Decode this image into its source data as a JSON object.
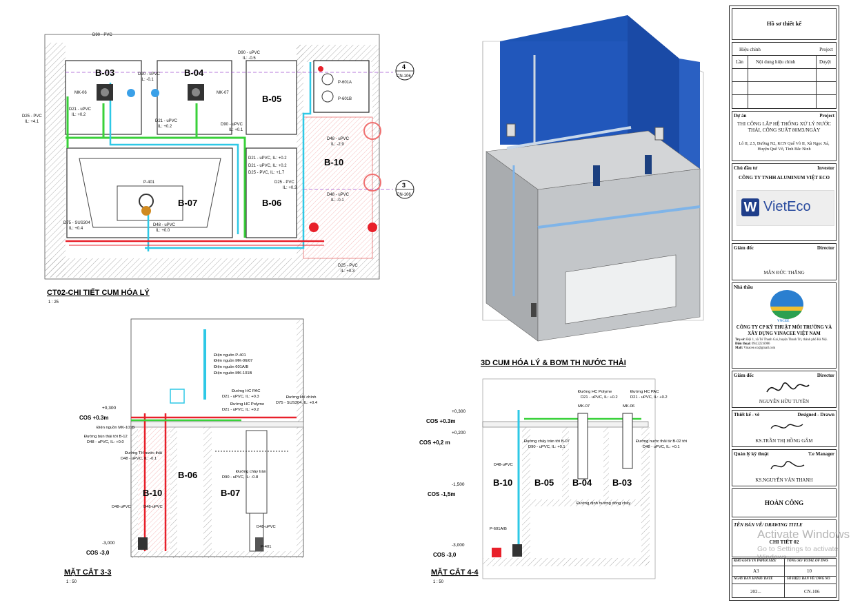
{
  "plan": {
    "title": "CT02-CHI TIẾT CUM HÓA LÝ",
    "scale": "1 : 25",
    "tanks": [
      "B-03",
      "B-04",
      "B-05",
      "B-07",
      "B-06",
      "B-10"
    ],
    "section_marks": [
      {
        "num": "4",
        "ref": "CN-106"
      },
      {
        "num": "3",
        "ref": "CN-106"
      }
    ],
    "pipe_labels": [
      "D90 - uPVC",
      "IL: -0.5",
      "D90 - uPVC",
      "IL: -0.1",
      "D21 - uPVC",
      "IL: +0.2",
      "D25 - PVC",
      "IL: +4.1",
      "D21 - uPVC",
      "IL: +0.2",
      "D90 - uPVC",
      "IL: +0.1",
      "D21 - uPVC, IL: +0.2",
      "D21 - uPVC, IL: +0.2",
      "D25 - PVC, IL: +1.7",
      "D48 - uPVC",
      "IL: -2.9",
      "D25 - PVC",
      "IL: +0.3",
      "D48 - uPVC",
      "IL: -0.1",
      "D75 - SUS304",
      "IL: +0.4",
      "D48 - uPVC",
      "IL: +0.0",
      "D25 - PVC",
      "IL: +0.3",
      "MK-06",
      "MK-07",
      "P-601A",
      "P-601B",
      "P-401",
      "D90 - PVC"
    ]
  },
  "view3d": {
    "title": "3D CUM HÓA LÝ & BƠM TH NƯỚC THẢI"
  },
  "sec33": {
    "title": "MẶT CẮT 3-3",
    "scale": "1 : 50",
    "tanks": [
      "B-06",
      "B-07",
      "B-10"
    ],
    "levels": [
      {
        "v": "+0,300",
        "cos": "COS +0.3m"
      },
      {
        "v": "-3,000",
        "cos": "COS -3,0"
      }
    ],
    "labels": [
      "Điện nguồn P-401",
      "Điện nguồn MK-06/07",
      "Điện nguồn 601A/B",
      "Điện nguồn MK-101B",
      "Đường HC PAC",
      "D21 - uPVC, IL: +0.3",
      "Đường HC Polyme",
      "D21 - uPVC, IL: +0.2",
      "Đường khí chính",
      "D75 - SUS304, IL: +0.4",
      "Điện nguồn MK-101B",
      "Đường bùn thải tới B-12",
      "D48 - uPVC, IL: +0.0",
      "Đường TH nước thải",
      "D48 - uPVC, IL: -0.1",
      "D48-uPVC",
      "D48-uPVC",
      "Đường chảy tràn",
      "D90 - uPVC, IL: -0.8",
      "D48-uPVC",
      "P-401"
    ]
  },
  "sec44": {
    "title": "MẶT CẮT 4-4",
    "scale": "1 : 50",
    "tanks": [
      "B-10",
      "B-05",
      "B-04",
      "B-03"
    ],
    "levels": [
      {
        "v": "+0,300",
        "cos": "COS +0.3m"
      },
      {
        "v": "+0,200",
        "cos": "COS +0,2 m"
      },
      {
        "v": "-1,500",
        "cos": "COS -1,5m"
      },
      {
        "v": "-3,000",
        "cos": "COS -3,0"
      }
    ],
    "labels": [
      "Đường HC Polyme",
      "D21 - uPVC, IL: +0.2",
      "Đường HC PAC",
      "D21 - uPVC, IL: +0.2",
      "Đường chảy tràn tới B-07",
      "D90 - uPVC, IL: +0.1",
      "Đường nước thải từ B-02 tới",
      "D48 - uPVC, IL: +0.1",
      "D48-uPVC",
      "Đường định hướng dòng chảy",
      "P-601A/B",
      "MK-07",
      "MK-06"
    ]
  },
  "titleblock": {
    "project_file": "Hồ sơ thiết kế",
    "revision": "Hiệu chỉnh",
    "project_en": "Project",
    "rev_no": "Lần",
    "rev_content": "Nội dung hiệu chỉnh",
    "rev_approve": "Duyệt",
    "du_an": "Dự án",
    "project_label": "Project",
    "project_name": "THI CÔNG LẮP HỆ THỐNG XỬ LÝ NƯỚC THẢI, CÔNG SUẤT 80M3/NGÀY",
    "project_addr": "Lô II, 2.5, Đường N2, KCN Quế Võ II, Xã Ngọc Xá, Huyện Quế Võ, Tỉnh Bắc Ninh",
    "owner_label": "Chủ đầu tư",
    "owner_en": "Investor",
    "owner_name": "CÔNG TY TNHH ALUMINUM VIỆT ECO",
    "logo_text": "VietEco",
    "director_label": "Giám đốc",
    "director_en": "Director",
    "director_name": "MẪN ĐỨC THẮNG",
    "contractor_label": "Nhà thầu",
    "contractor_logo": "VNCEE",
    "contractor_name": "CÔNG TY CP KỸ THUẬT MÔI TRƯỜNG VÀ XÂY DỰNG VINACEE VIỆT NAM",
    "contractor_hq_label": "Trụ sở:",
    "contractor_hq": "Đội 1, xã Tú Thanh Gai, huyện Thanh Trì, thành phố Hà Nội.",
    "contractor_phone_label": "Điện thoại:",
    "contractor_phone": "094.222.6986",
    "contractor_mail_label": "Mail:",
    "contractor_mail": "Vinacee.co@gmail.com",
    "gd2_label": "Giám đốc",
    "gd2_en": "Director",
    "gd2_name": "NGUYỄN HỮU TUYỀN",
    "design_label": "Thiết kế - vẽ",
    "design_en": "Designed - Drawn",
    "design_name": "KS.TRẦN THỊ HỒNG GẤM",
    "tech_label": "Quản lý kỹ thuật",
    "tech_en": "T.e Manager",
    "tech_name": "KS.NGUYỄN VĂN THANH",
    "status": "HOÀN CÔNG",
    "drawing_title_label": "TÊN BẢN VẼ/ DRAWING TITLE",
    "drawing_title": "CHI TIẾT 02",
    "paper_label": "KHỔ GIẤY/ IN PAPER SIZE",
    "paper": "A3",
    "total_label": "TỔNG SỐ/ TOTAL OF DWS",
    "total": "10",
    "date_label": "NGÀY BAN HÀNH/ DATE",
    "date": "202...",
    "dwg_label": "SỐ HIỆU BẢN VẼ/ DWG NO",
    "dwg": "CN-106"
  },
  "watermark": {
    "line1": "Activate Windows",
    "line2": "Go to Settings to activate Windows."
  },
  "colors": {
    "green": "#39d13a",
    "cyan": "#2ec8e6",
    "red": "#e8202a",
    "blue3d": "#1d54b5",
    "concrete": "#b9bcbf"
  }
}
